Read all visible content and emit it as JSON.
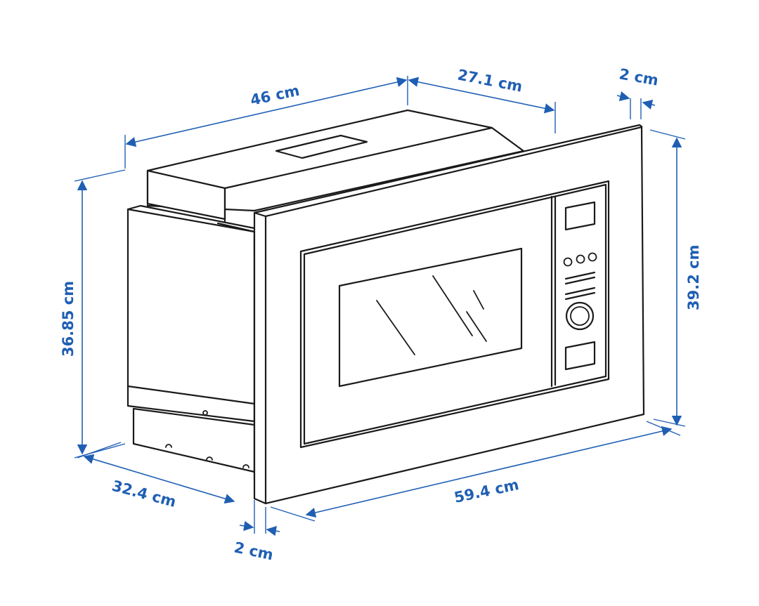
{
  "diagram": {
    "colors": {
      "dimension": "#1f5fb3",
      "outline": "#1a1a1a",
      "background": "#ffffff"
    },
    "dimensions": {
      "top_width": "46 cm",
      "top_depth": "27.1 cm",
      "frame_top_thickness": "2 cm",
      "left_height": "36.85 cm",
      "right_height": "39.2 cm",
      "bottom_depth": "32.4 cm",
      "front_width": "59.4 cm",
      "frame_bottom_thickness": "2 cm"
    }
  }
}
